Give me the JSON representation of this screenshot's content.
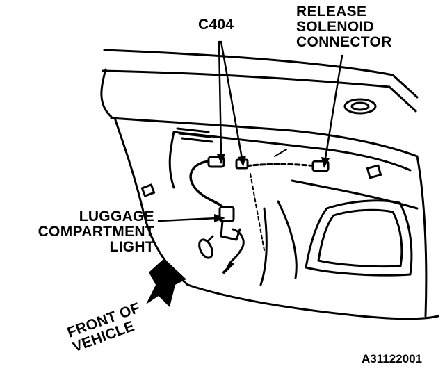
{
  "labels": {
    "c404": "C404",
    "release_solenoid_connector": [
      "RELEASE",
      "SOLENOID",
      "CONNECTOR"
    ],
    "luggage_compartment_light": [
      "LUGGAGE",
      "COMPARTMENT",
      "LIGHT"
    ],
    "front_of_vehicle": [
      "FRONT OF",
      "VEHICLE"
    ],
    "figure_id": "A31122001"
  }
}
